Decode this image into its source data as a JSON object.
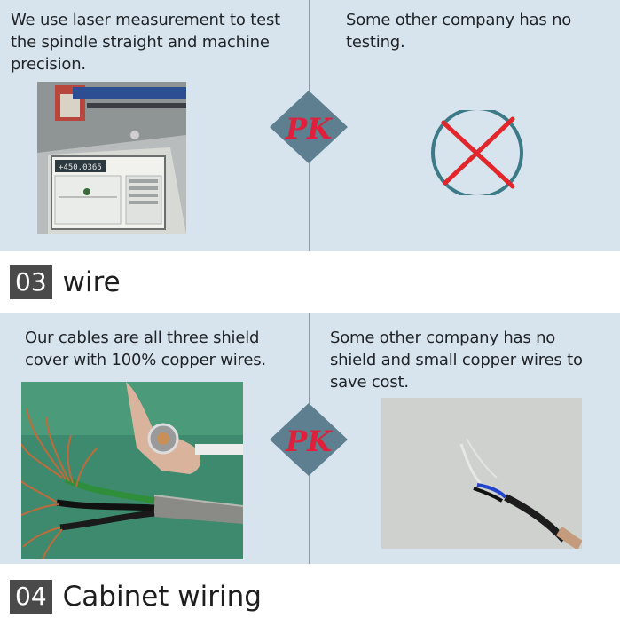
{
  "section_laser": {
    "left_caption": "We use laser measurement to test the spindle straight and machine precision.",
    "right_caption": "Some other company has no testing.",
    "screen_readout": "+450.0365",
    "cross_icon": "x-circle-icon"
  },
  "badge_text": "PK",
  "section_wire": {
    "number": "03",
    "title": "wire",
    "left_caption": "Our cables are all three shield cover with 100% copper wires.",
    "right_caption": "Some other company has no shield and small copper wires to save cost."
  },
  "section_cabinet": {
    "number": "04",
    "title": "Cabinet wiring"
  },
  "colors": {
    "panel_bg": "#d7e4ee",
    "badge_fill": "#5d7f90",
    "badge_text": "#e0203a",
    "cross_red": "#e3262b",
    "circle_teal": "#3b7a86",
    "number_bg": "#4a4a4a"
  }
}
